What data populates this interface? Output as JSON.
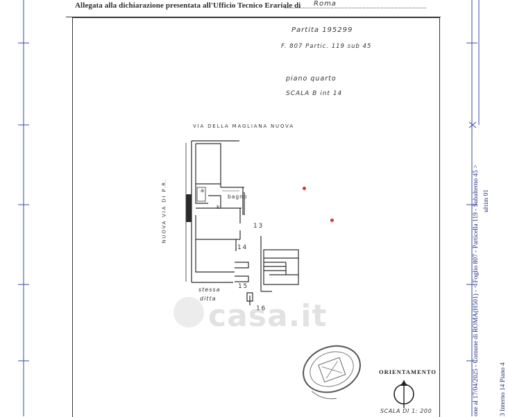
{
  "header": {
    "text": "Allegata alla dichiarazione presentata all'Ufficio Tecnico Erariale di",
    "city": "Roma"
  },
  "annotations": {
    "partita": "Partita 195299",
    "foglio": "F. 807  Partic. 119  sub 45",
    "piano": "piano quarto",
    "scala": "SCALA B   int 14"
  },
  "plan": {
    "street_top": "VIA DELLA MAGLIANA NUOVA",
    "street_left": "NUOVA VIA DI P.R.",
    "room_a": "a",
    "room_b": "bagno",
    "room_k": "k",
    "num_13": "13",
    "num_14": "14",
    "num_15": "15",
    "num_16": "16",
    "stessa": "stessa",
    "ditta": "ditta"
  },
  "watermark": "casa.it",
  "orientation": {
    "title": "ORIENTAMENTO",
    "scale": "SCALA DI 1: 200"
  },
  "side_stamp": {
    "line1": "one al 17/04/2025 - Comune di ROMA(H501) - < Foglio 807 - Particella 119 - Subalterno 45 >",
    "line2": "ulτim 01",
    "line3": "3 Interno 14 Piano 4"
  },
  "colors": {
    "ink": "#2a2a2a",
    "stamp_text": "#1f2a7a",
    "marker_dot": "#d6352d"
  }
}
